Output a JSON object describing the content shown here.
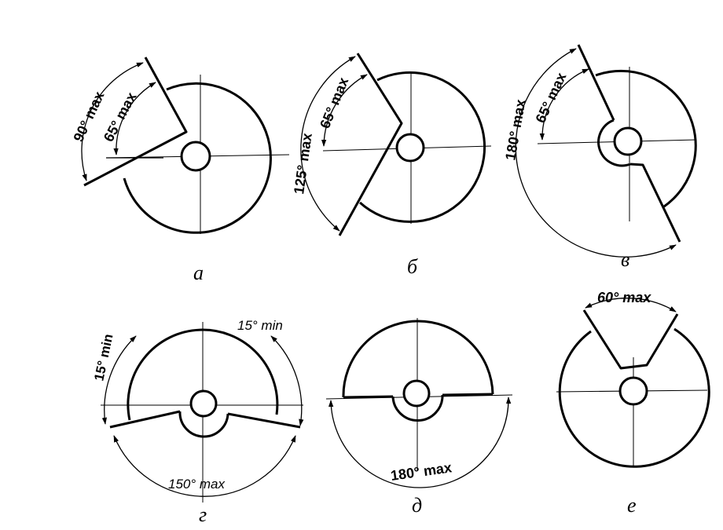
{
  "figures": [
    {
      "caption": "а",
      "dims": [
        "90° max",
        "65° max"
      ]
    },
    {
      "caption": "б",
      "dims": [
        "125° max",
        "65° max"
      ]
    },
    {
      "caption": "в",
      "dims": [
        "180° max",
        "65° max"
      ]
    },
    {
      "caption": "г",
      "dims": [
        "15° min",
        "15° min",
        "150° max"
      ]
    },
    {
      "caption": "д",
      "dims": [
        "180° max"
      ]
    },
    {
      "caption": "е",
      "dims": [
        "60° max"
      ]
    }
  ]
}
